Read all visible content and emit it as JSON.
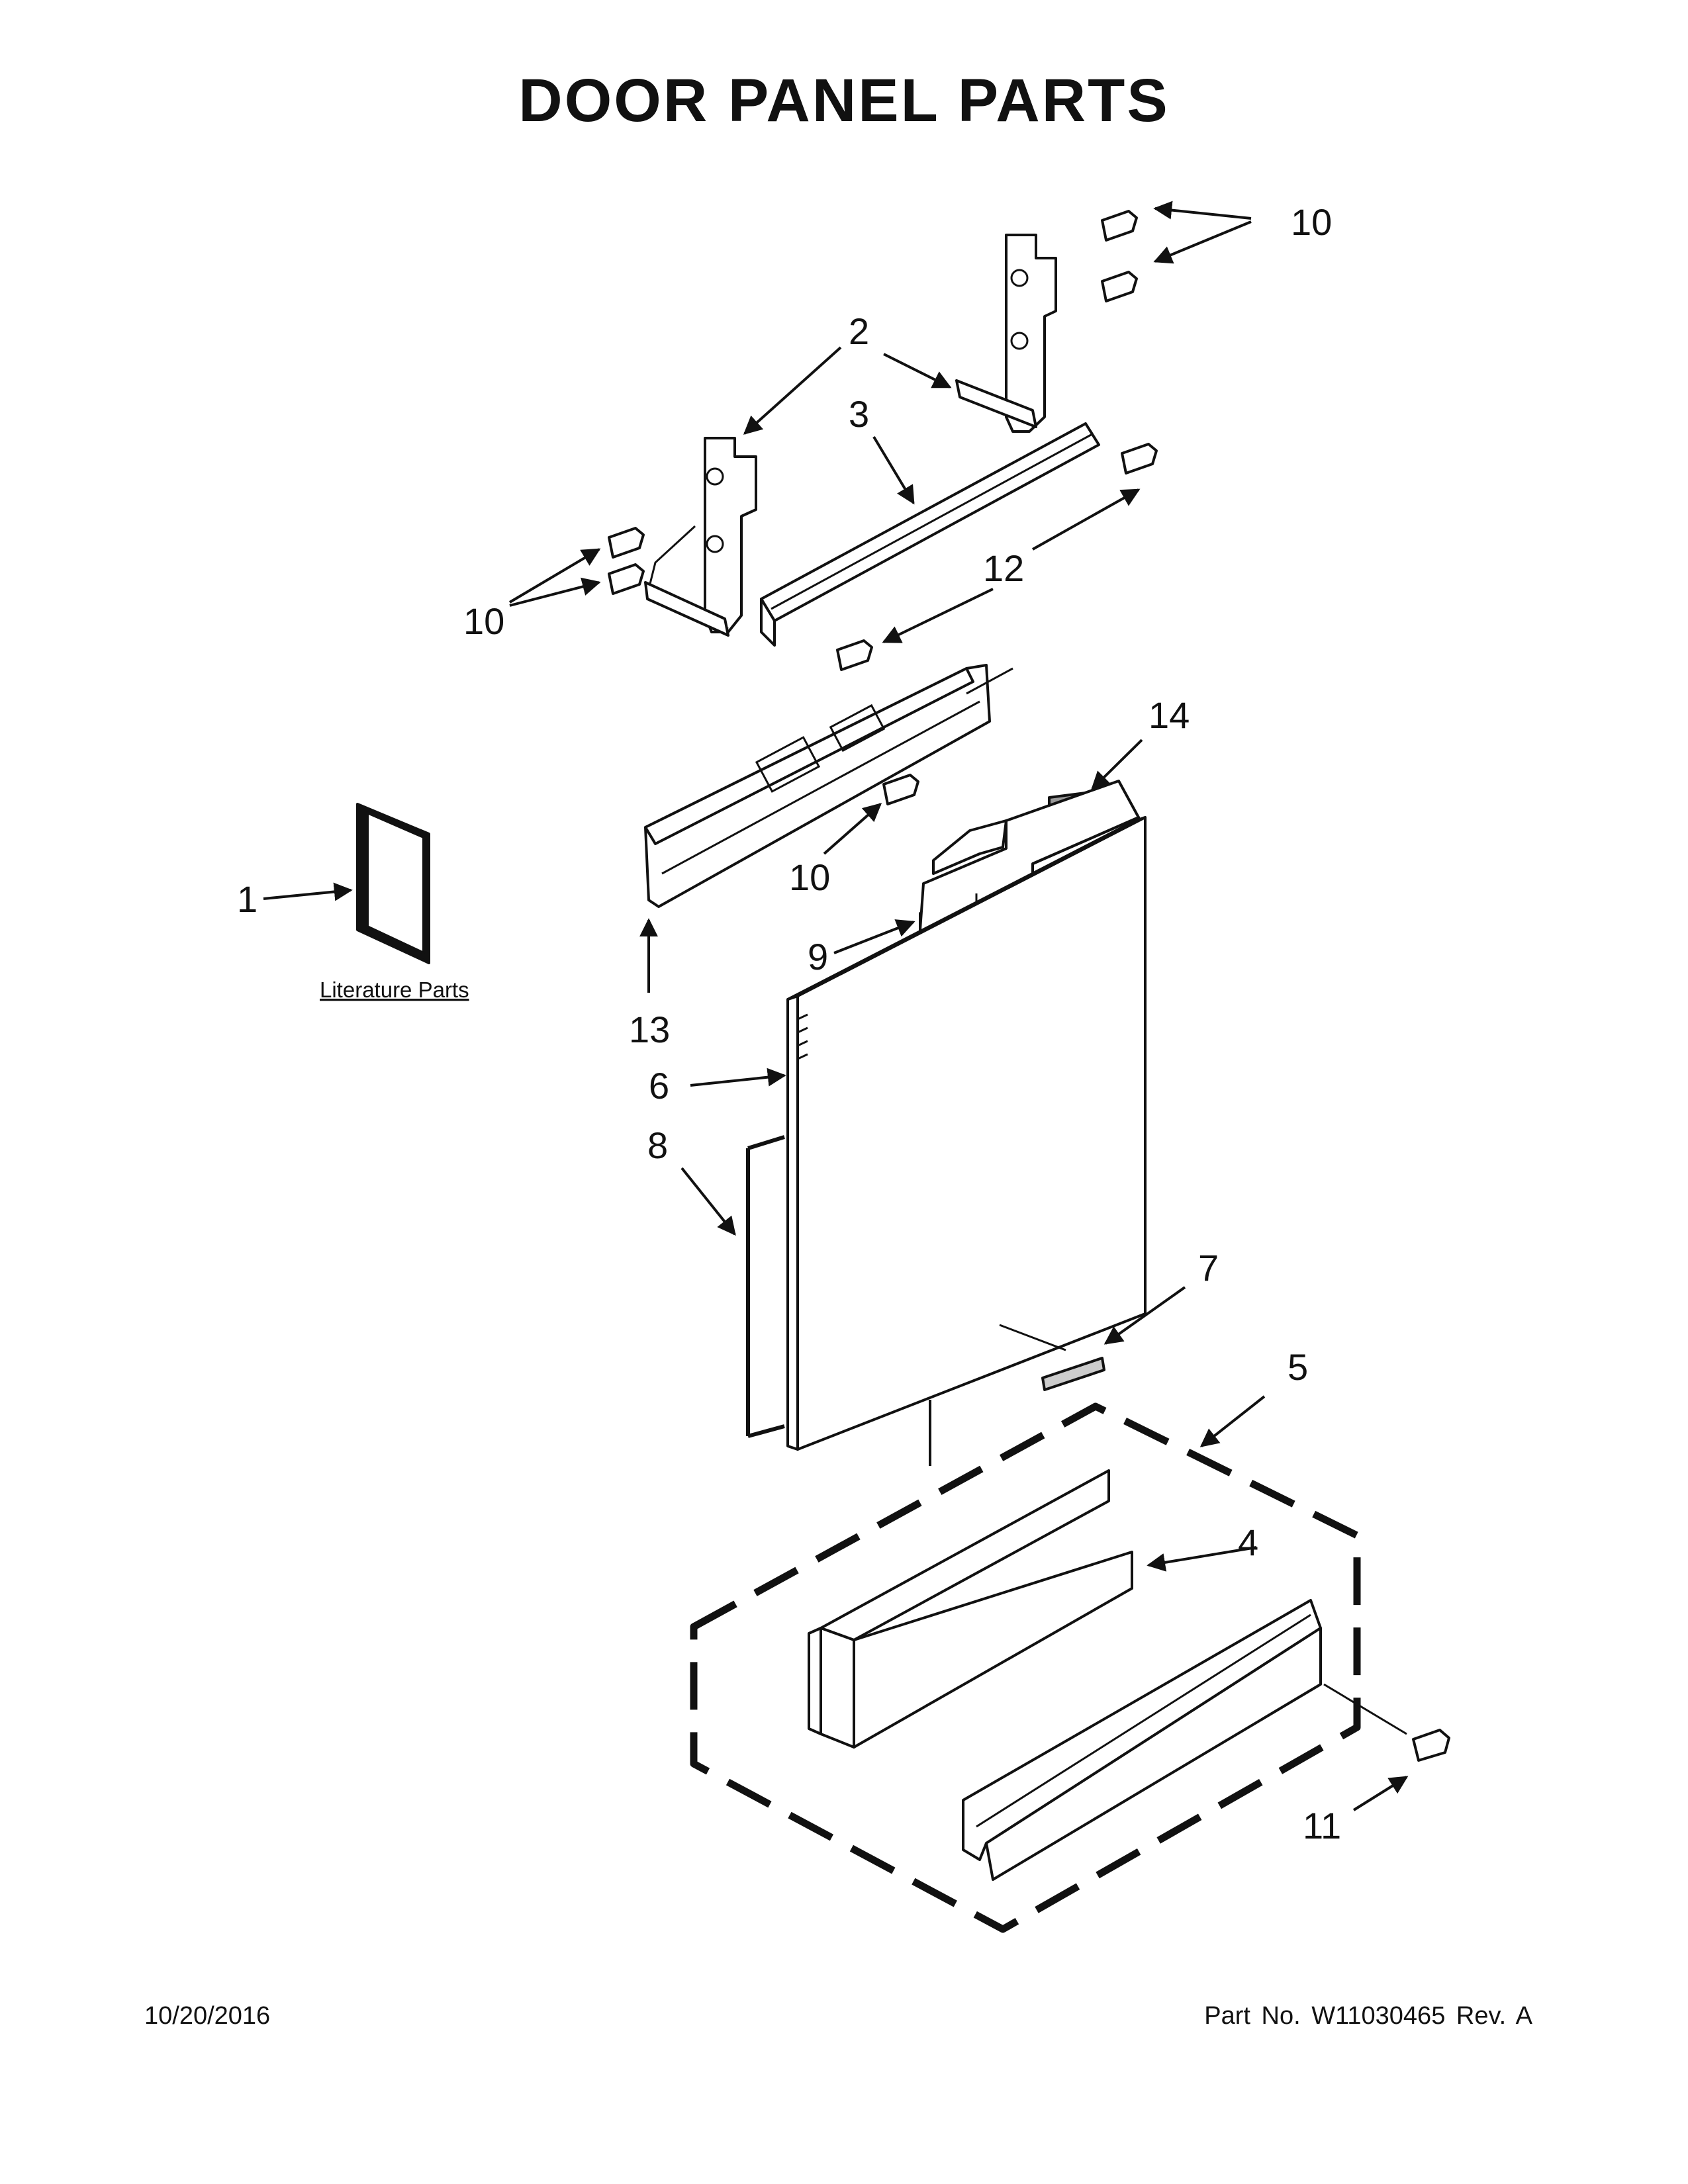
{
  "page": {
    "title": "DOOR PANEL PARTS",
    "date": "10/20/2016",
    "part_number": "Part No.  W11030465  Rev.  A"
  },
  "callouts": {
    "c1": "1",
    "c2": "2",
    "c3": "3",
    "c4": "4",
    "c5": "5",
    "c6": "6",
    "c7": "7",
    "c8": "8",
    "c9": "9",
    "c10_top": "10",
    "c10_left": "10",
    "c10_mid": "10",
    "c11": "11",
    "c12": "12",
    "c13": "13",
    "c14": "14"
  },
  "literature_link": "Literature Parts"
}
